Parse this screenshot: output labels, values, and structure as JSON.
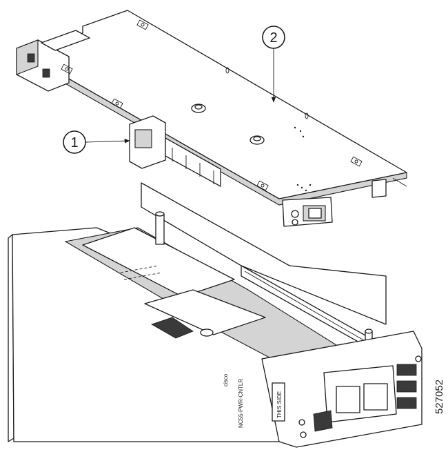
{
  "callouts": [
    {
      "label": "1"
    },
    {
      "label": "2"
    }
  ],
  "figure_id": "527052",
  "module": {
    "brand": "cisco",
    "model": "NC55-PWR-CNTLR",
    "side_marking": "THIS SIDE"
  }
}
